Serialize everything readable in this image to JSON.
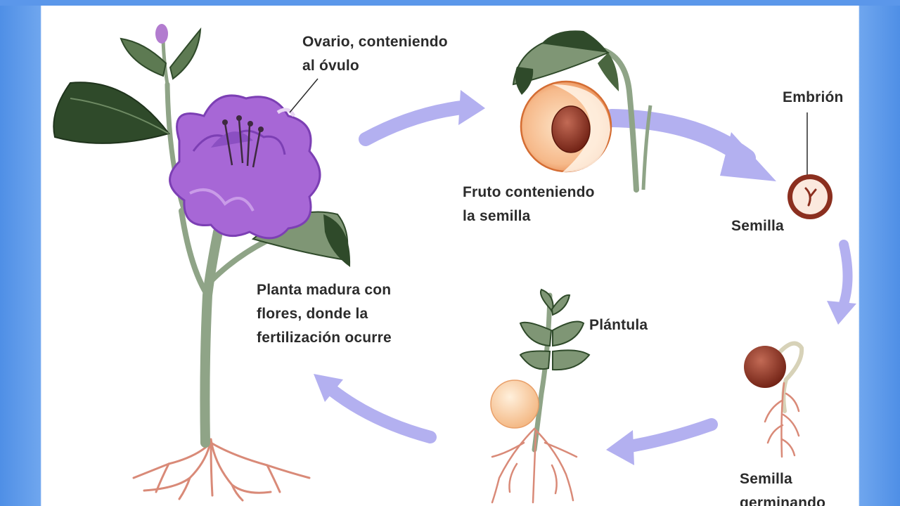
{
  "labels": {
    "ovary": "Ovario, conteniendo\nal óvulo",
    "fruit": "Fruto conteniendo\nla semilla",
    "embryo": "Embrión",
    "seed": "Semilla",
    "mature_plant": "Planta madura con\nflores, donde la\nfertilización ocurre",
    "seedling": "Plántula",
    "germinating_seed": "Semilla\ngerminando"
  },
  "colors": {
    "arrow": "#b3b0f0",
    "petal": "#a767d6",
    "petal_dark": "#7c3fb4",
    "leaf": "#5d7a52",
    "leaf_dark": "#2f4a2a",
    "stem": "#8fa487",
    "fruit_flesh": "#f7c79e",
    "fruit_skin": "#e9864a",
    "seed": "#8b2f1f",
    "root": "#d98a78",
    "text": "#2b2b2b"
  }
}
